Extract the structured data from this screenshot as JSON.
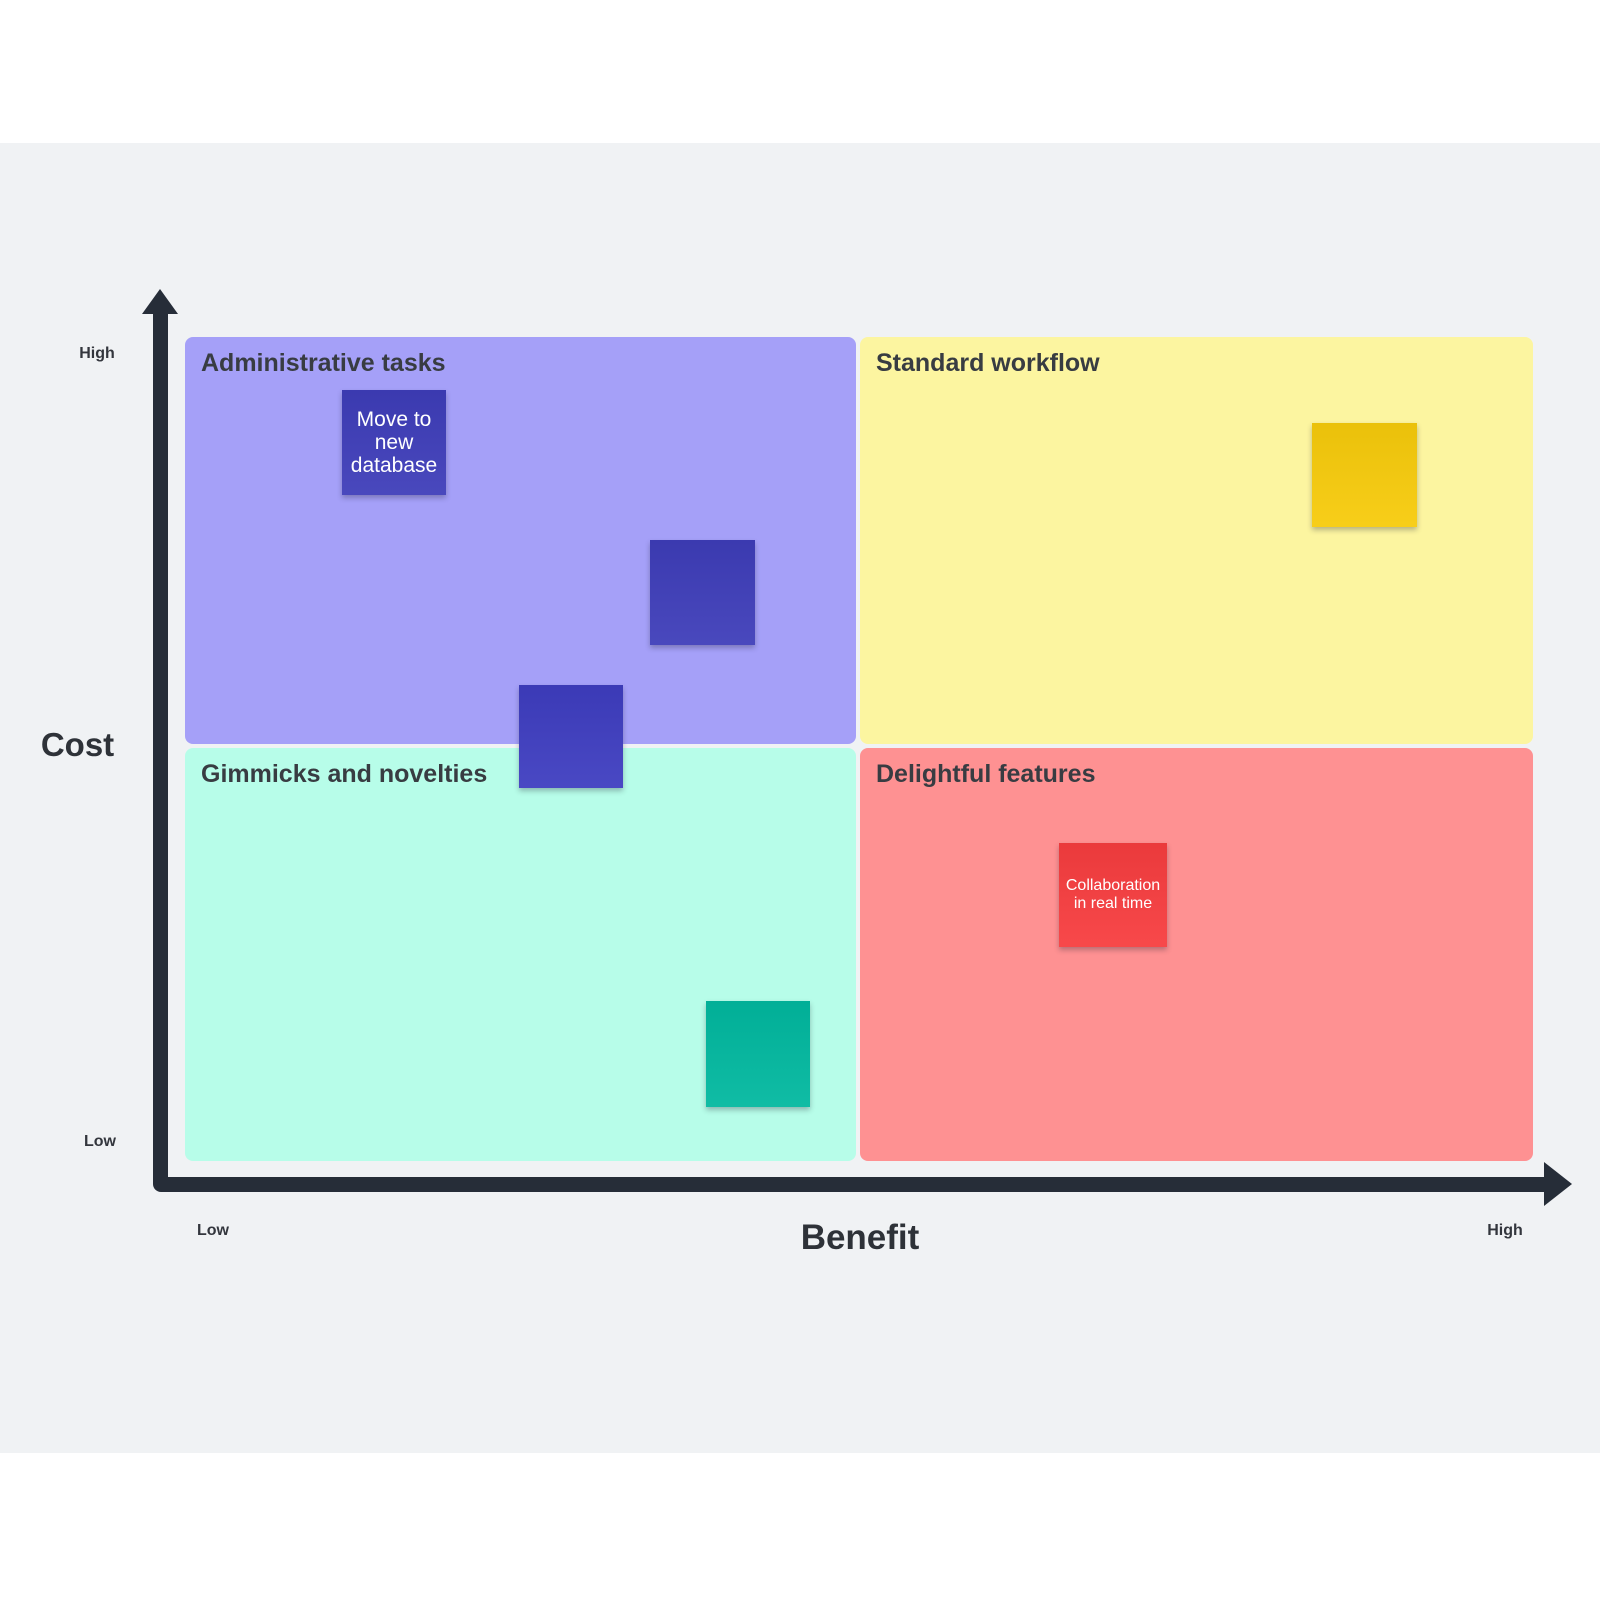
{
  "page": {
    "background_color": "#ffffff",
    "canvas_background_color": "#f0f2f4"
  },
  "axes": {
    "color": "#262d38",
    "y": {
      "label": "Cost",
      "high": "High",
      "low": "Low"
    },
    "x": {
      "label": "Benefit",
      "low": "Low",
      "high": "High"
    }
  },
  "quadrants": {
    "top_left": {
      "title": "Administrative tasks",
      "color": "#a5a0f8"
    },
    "top_right": {
      "title": "Standard workflow",
      "color": "#fcf5a0"
    },
    "bottom_left": {
      "title": "Gimmicks and novelties",
      "color": "#b7fde9"
    },
    "bottom_right": {
      "title": "Delightful features",
      "color": "#fe9192"
    }
  },
  "sticky_notes": {
    "move_to_new_database": {
      "text": "Move to new database",
      "color": "#3e3db9",
      "quadrant": "Administrative tasks"
    },
    "blank_indigo_upper": {
      "text": "",
      "color": "#3e3db9",
      "quadrant": "Administrative tasks"
    },
    "blank_indigo_lower": {
      "text": "",
      "color": "#3e3dc0",
      "quadrant": "Administrative tasks / Gimmicks and novelties boundary"
    },
    "blank_yellow": {
      "text": "",
      "color": "#f7cb0b",
      "quadrant": "Standard workflow"
    },
    "blank_teal": {
      "text": "",
      "color": "#01b89f",
      "quadrant": "Gimmicks and novelties"
    },
    "collaboration_in_real_time": {
      "text": "Collaboration in real time",
      "color": "#f73d3f",
      "quadrant": "Delightful features"
    }
  }
}
